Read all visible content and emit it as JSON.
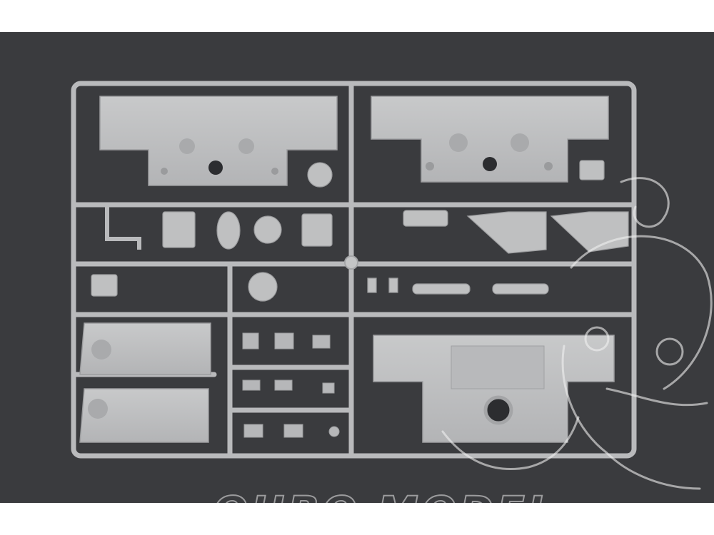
{
  "photo": {
    "background": "#3a3b3e",
    "plastic_color": "#bfc0c1",
    "subject": "plastic-model-sprue"
  },
  "watermark": {
    "text": "OUBO MODEL",
    "type": "logo"
  }
}
